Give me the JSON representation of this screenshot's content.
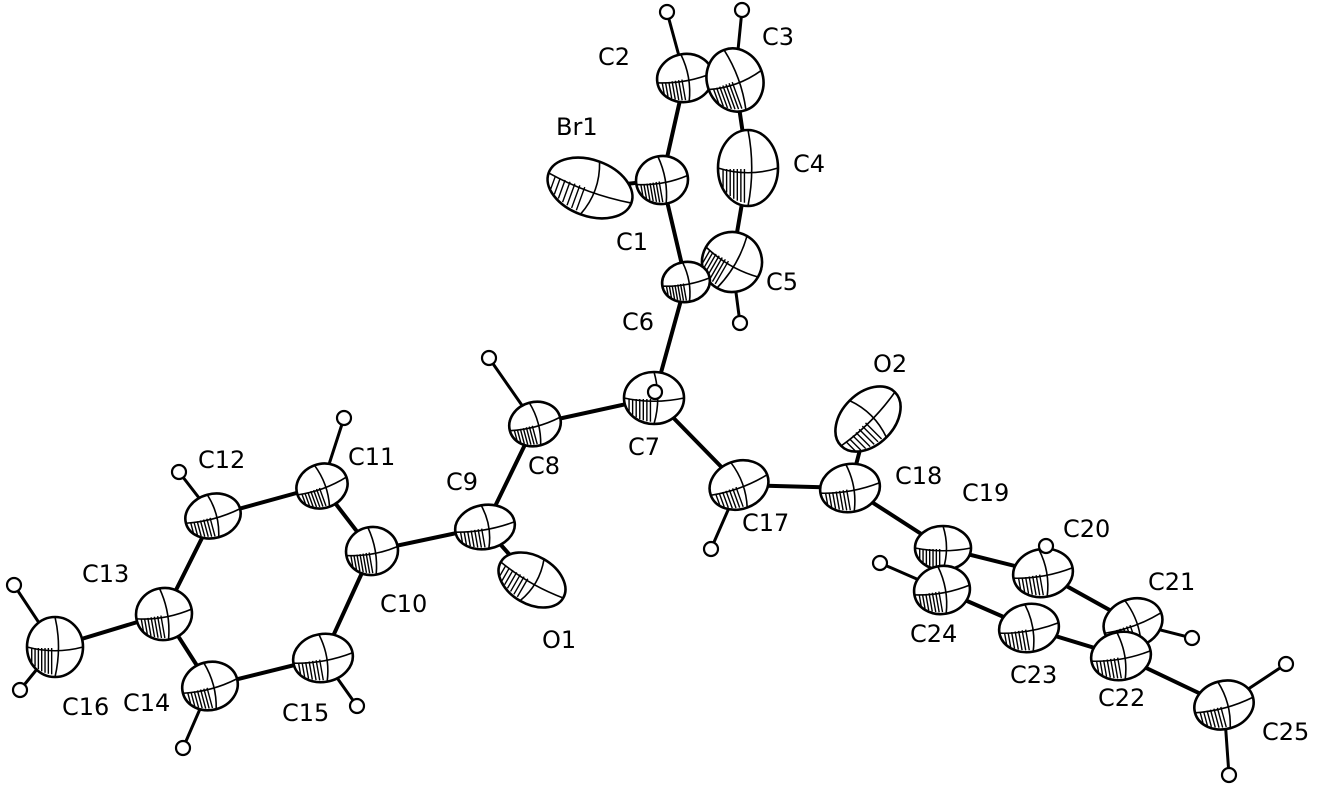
{
  "figure": {
    "type": "ORTEP molecular structure",
    "bond_color": "#000000",
    "background": "#ffffff"
  },
  "atoms": [
    {
      "id": "Br1",
      "element": "Br",
      "label": "Br1"
    },
    {
      "id": "C1",
      "element": "C",
      "label": "C1"
    },
    {
      "id": "C2",
      "element": "C",
      "label": "C2"
    },
    {
      "id": "C3",
      "element": "C",
      "label": "C3"
    },
    {
      "id": "C4",
      "element": "C",
      "label": "C4"
    },
    {
      "id": "C5",
      "element": "C",
      "label": "C5"
    },
    {
      "id": "C6",
      "element": "C",
      "label": "C6"
    },
    {
      "id": "C7",
      "element": "C",
      "label": "C7"
    },
    {
      "id": "C8",
      "element": "C",
      "label": "C8"
    },
    {
      "id": "C9",
      "element": "C",
      "label": "C9"
    },
    {
      "id": "O1",
      "element": "O",
      "label": "O1"
    },
    {
      "id": "C10",
      "element": "C",
      "label": "C10"
    },
    {
      "id": "C11",
      "element": "C",
      "label": "C11"
    },
    {
      "id": "C12",
      "element": "C",
      "label": "C12"
    },
    {
      "id": "C13",
      "element": "C",
      "label": "C13"
    },
    {
      "id": "C14",
      "element": "C",
      "label": "C14"
    },
    {
      "id": "C15",
      "element": "C",
      "label": "C15"
    },
    {
      "id": "C16",
      "element": "C",
      "label": "C16"
    },
    {
      "id": "C17",
      "element": "C",
      "label": "C17"
    },
    {
      "id": "C18",
      "element": "C",
      "label": "C18"
    },
    {
      "id": "O2",
      "element": "O",
      "label": "O2"
    },
    {
      "id": "C19",
      "element": "C",
      "label": "C19"
    },
    {
      "id": "C20",
      "element": "C",
      "label": "C20"
    },
    {
      "id": "C21",
      "element": "C",
      "label": "C21"
    },
    {
      "id": "C22",
      "element": "C",
      "label": "C22"
    },
    {
      "id": "C23",
      "element": "C",
      "label": "C23"
    },
    {
      "id": "C24",
      "element": "C",
      "label": "C24"
    },
    {
      "id": "C25",
      "element": "C",
      "label": "C25"
    }
  ],
  "bonds": [
    [
      "C1",
      "Br1"
    ],
    [
      "C1",
      "C2"
    ],
    [
      "C2",
      "C3"
    ],
    [
      "C3",
      "C4"
    ],
    [
      "C4",
      "C5"
    ],
    [
      "C5",
      "C6"
    ],
    [
      "C6",
      "C1"
    ],
    [
      "C6",
      "C7"
    ],
    [
      "C7",
      "C8"
    ],
    [
      "C8",
      "C9"
    ],
    [
      "C9",
      "O1"
    ],
    [
      "C9",
      "C10"
    ],
    [
      "C10",
      "C11"
    ],
    [
      "C11",
      "C12"
    ],
    [
      "C12",
      "C13"
    ],
    [
      "C13",
      "C14"
    ],
    [
      "C14",
      "C15"
    ],
    [
      "C15",
      "C10"
    ],
    [
      "C13",
      "C16"
    ],
    [
      "C7",
      "C17"
    ],
    [
      "C17",
      "C18"
    ],
    [
      "C18",
      "O2"
    ],
    [
      "C18",
      "C19"
    ],
    [
      "C19",
      "C20"
    ],
    [
      "C20",
      "C21"
    ],
    [
      "C21",
      "C22"
    ],
    [
      "C22",
      "C23"
    ],
    [
      "C23",
      "C24"
    ],
    [
      "C24",
      "C19"
    ],
    [
      "C22",
      "C25"
    ]
  ]
}
